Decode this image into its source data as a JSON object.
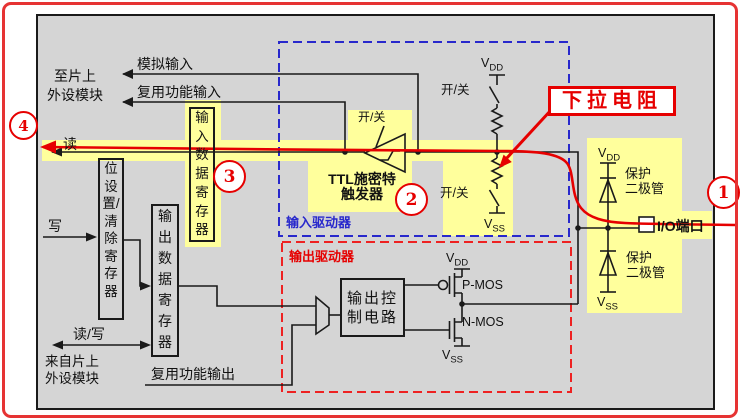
{
  "colors": {
    "accent_red": "#e60000",
    "driver_blue": "#2828cc",
    "highlight_yellow": "#ffff9c",
    "panel_gray": "#d5d5d5",
    "line_black": "#1a1a1a"
  },
  "peripheral": {
    "to_line1": "至片上",
    "to_line2": "外设模块",
    "from_line1": "来自片上",
    "from_line2": "外设模块"
  },
  "signals": {
    "analog_input": "模拟输入",
    "af_input": "复用功能输入",
    "read": "读",
    "write": "写",
    "read_write": "读/写",
    "af_output": "复用功能输出"
  },
  "registers": {
    "bit_set_clear": "位设置/清除寄存器",
    "output_data": "输出数据寄存器",
    "input_data": "输入数据寄存器"
  },
  "input_driver": {
    "label": "输入驱动器",
    "switch": "开/关",
    "schmitt_line1": "TTL施密特",
    "schmitt_line2": "触发器"
  },
  "output_driver": {
    "label": "输出驱动器",
    "control_line1": "输出控",
    "control_line2": "制电路",
    "pmos": "P-MOS",
    "nmos": "N-MOS"
  },
  "power": {
    "v": "V",
    "dd": "DD",
    "ss": "SS"
  },
  "io": {
    "port": "I/O端口",
    "protect_line1": "保护",
    "protect_line2": "二极管",
    "pulldown_label": "下拉电阻"
  },
  "callouts": {
    "one": "1",
    "two": "2",
    "three": "3",
    "four": "4"
  }
}
